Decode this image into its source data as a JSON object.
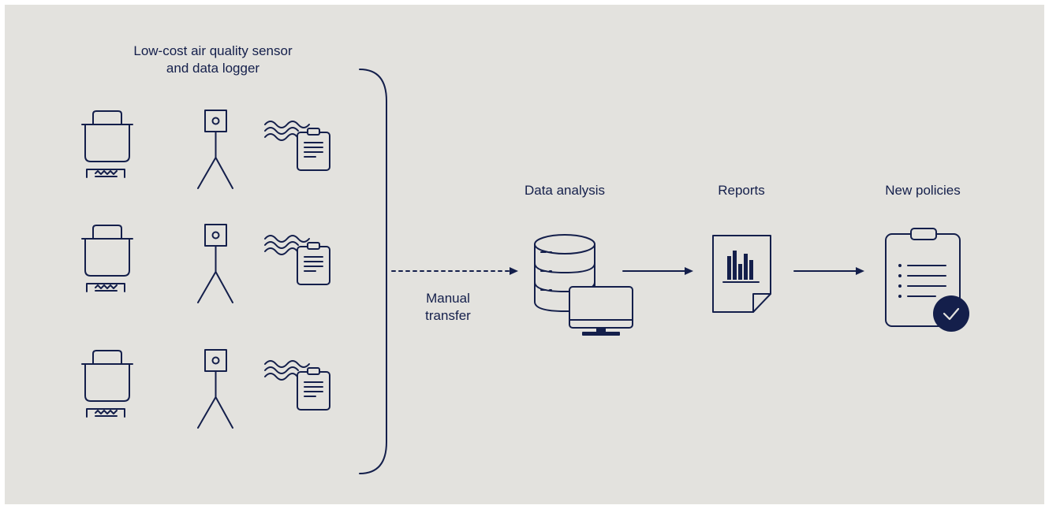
{
  "sensors": {
    "title_line1": "Low-cost air quality sensor",
    "title_line2": "and data logger",
    "rows": [
      "sensor-row-1",
      "sensor-row-2",
      "sensor-row-3"
    ]
  },
  "transfer": {
    "label_line1": "Manual",
    "label_line2": "transfer"
  },
  "steps": [
    {
      "label": "Data analysis",
      "icon": "database-computer-icon"
    },
    {
      "label": "Reports",
      "icon": "report-document-icon"
    },
    {
      "label": "New policies",
      "icon": "clipboard-check-icon"
    }
  ],
  "colors": {
    "ink": "#141f4b",
    "background": "#e3e2de"
  }
}
